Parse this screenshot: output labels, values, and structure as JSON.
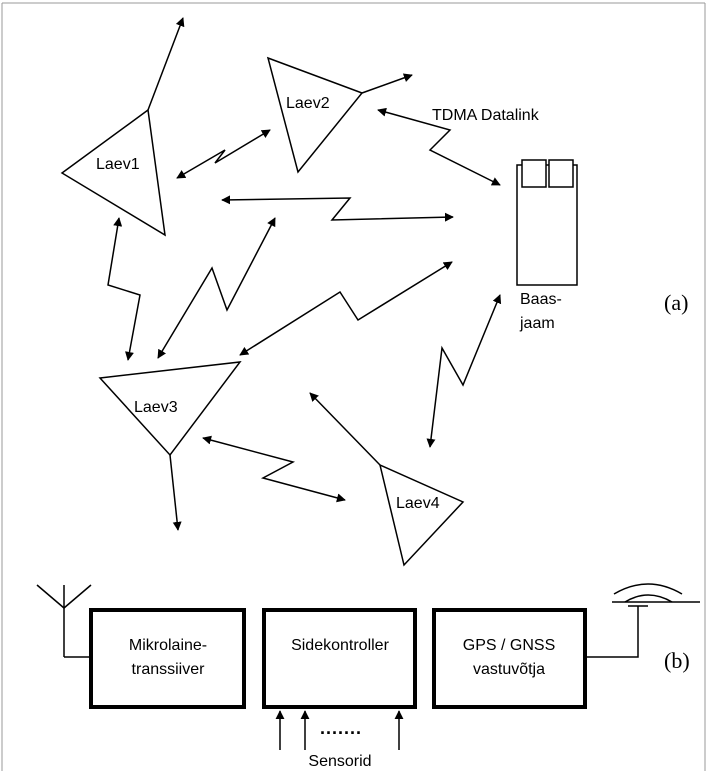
{
  "ships": [
    {
      "id": "laev1",
      "label": "Laev1"
    },
    {
      "id": "laev2",
      "label": "Laev2"
    },
    {
      "id": "laev3",
      "label": "Laev3"
    },
    {
      "id": "laev4",
      "label": "Laev4"
    }
  ],
  "datalink_label": "TDMA Datalink",
  "base_station": {
    "label_line1": "Baas-",
    "label_line2": "jaam"
  },
  "panel_labels": {
    "a": "(a)",
    "b": "(b)"
  },
  "blocks": [
    {
      "id": "transceiver",
      "line1": "Mikrolaine-",
      "line2": "transsiiver"
    },
    {
      "id": "controller",
      "line1": "Sidekontroller",
      "line2": ""
    },
    {
      "id": "gps",
      "line1": "GPS / GNSS",
      "line2": "vastuvõtja"
    }
  ],
  "sensors": {
    "label": "Sensorid",
    "ellipsis": "......."
  }
}
